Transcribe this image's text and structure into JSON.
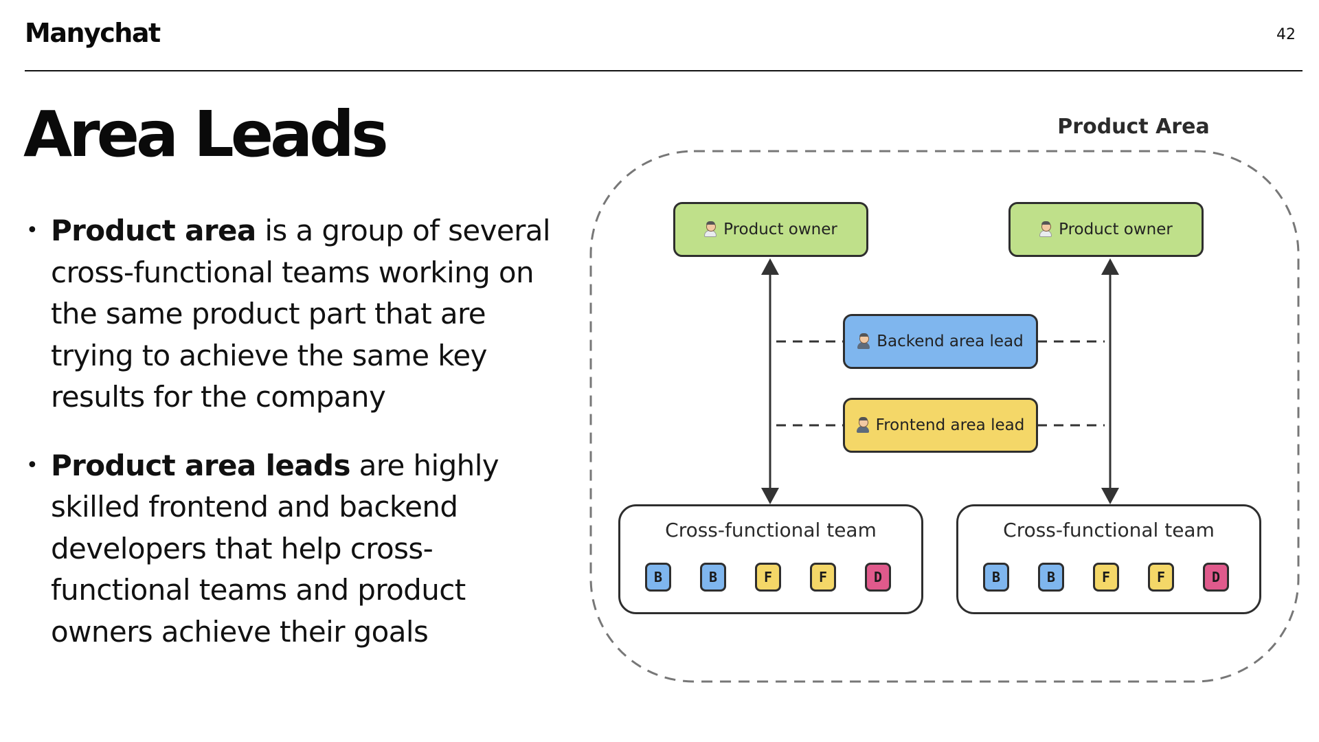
{
  "header": {
    "logo": "Manychat",
    "page_number": "42"
  },
  "title": "Area Leads",
  "bullets": [
    {
      "bold": "Product area",
      "text": " is a group of several cross-functional teams working on the same product part that are trying to achieve the same key results for the company"
    },
    {
      "bold": "Product area leads",
      "text": " are highly skilled frontend and backend developers that help cross-functional teams and product owners achieve their goals"
    }
  ],
  "diagram": {
    "area_label": "Product Area",
    "product_owners": [
      "Product owner",
      "Product owner"
    ],
    "backend_lead": "Backend area lead",
    "frontend_lead": "Frontend area lead",
    "teams": [
      {
        "title": "Cross-functional team",
        "members": [
          "B",
          "B",
          "F",
          "F",
          "D"
        ]
      },
      {
        "title": "Cross-functional team",
        "members": [
          "B",
          "B",
          "F",
          "F",
          "D"
        ]
      }
    ],
    "colors": {
      "product_owner": "#bfe08a",
      "backend": "#7fb6ee",
      "frontend": "#f4d768",
      "developer_B": "#7fb6ee",
      "developer_F": "#f4d768",
      "developer_D": "#e05a8c"
    }
  }
}
